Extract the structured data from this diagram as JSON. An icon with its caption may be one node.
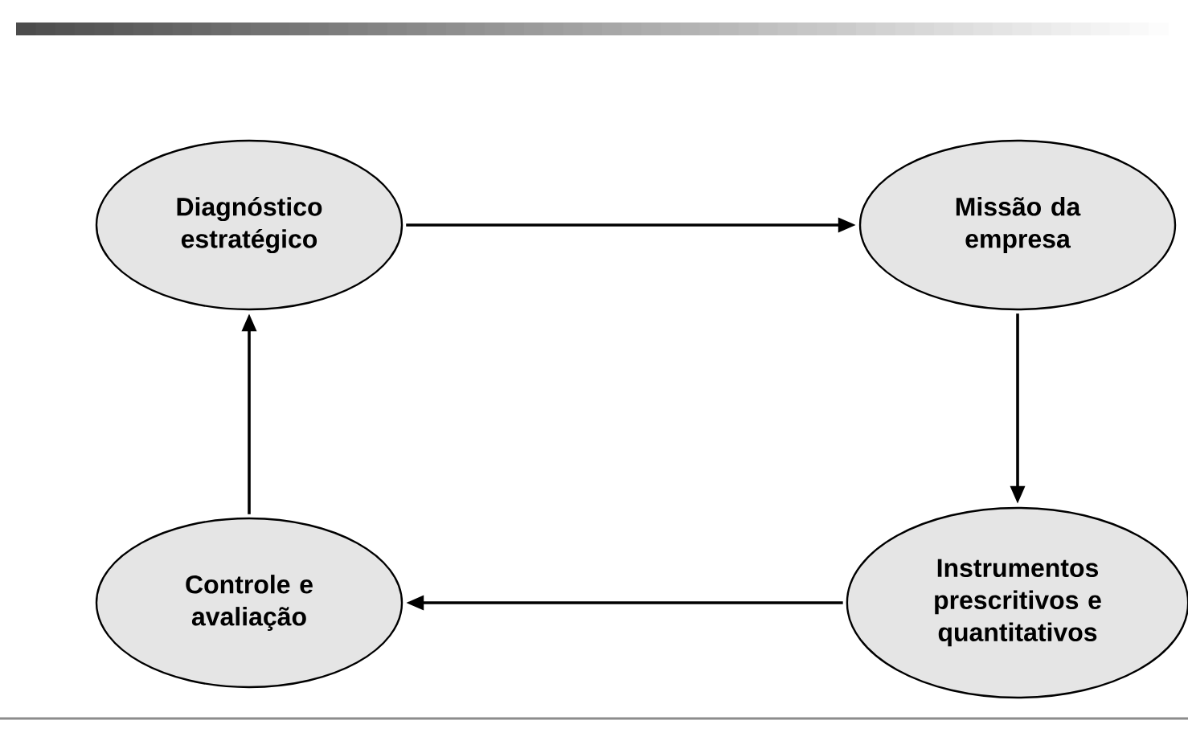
{
  "diagram": {
    "nodes": [
      {
        "text": [
          "Diagnóstico estratégico"
        ]
      },
      {
        "text": [
          "Missão da empresa"
        ]
      },
      {
        "text": [
          "Instrumentos prescritivos e quantitativos"
        ]
      },
      {
        "text": [
          "Controle e avaliação"
        ]
      }
    ],
    "edges": [
      {
        "from": 0,
        "to": 1,
        "arrow": "to"
      },
      {
        "from": 1,
        "to": 2,
        "arrow": "to"
      },
      {
        "from": 2,
        "to": 3,
        "arrow": "to"
      },
      {
        "from": 3,
        "to": 0,
        "arrow": "to"
      }
    ]
  }
}
